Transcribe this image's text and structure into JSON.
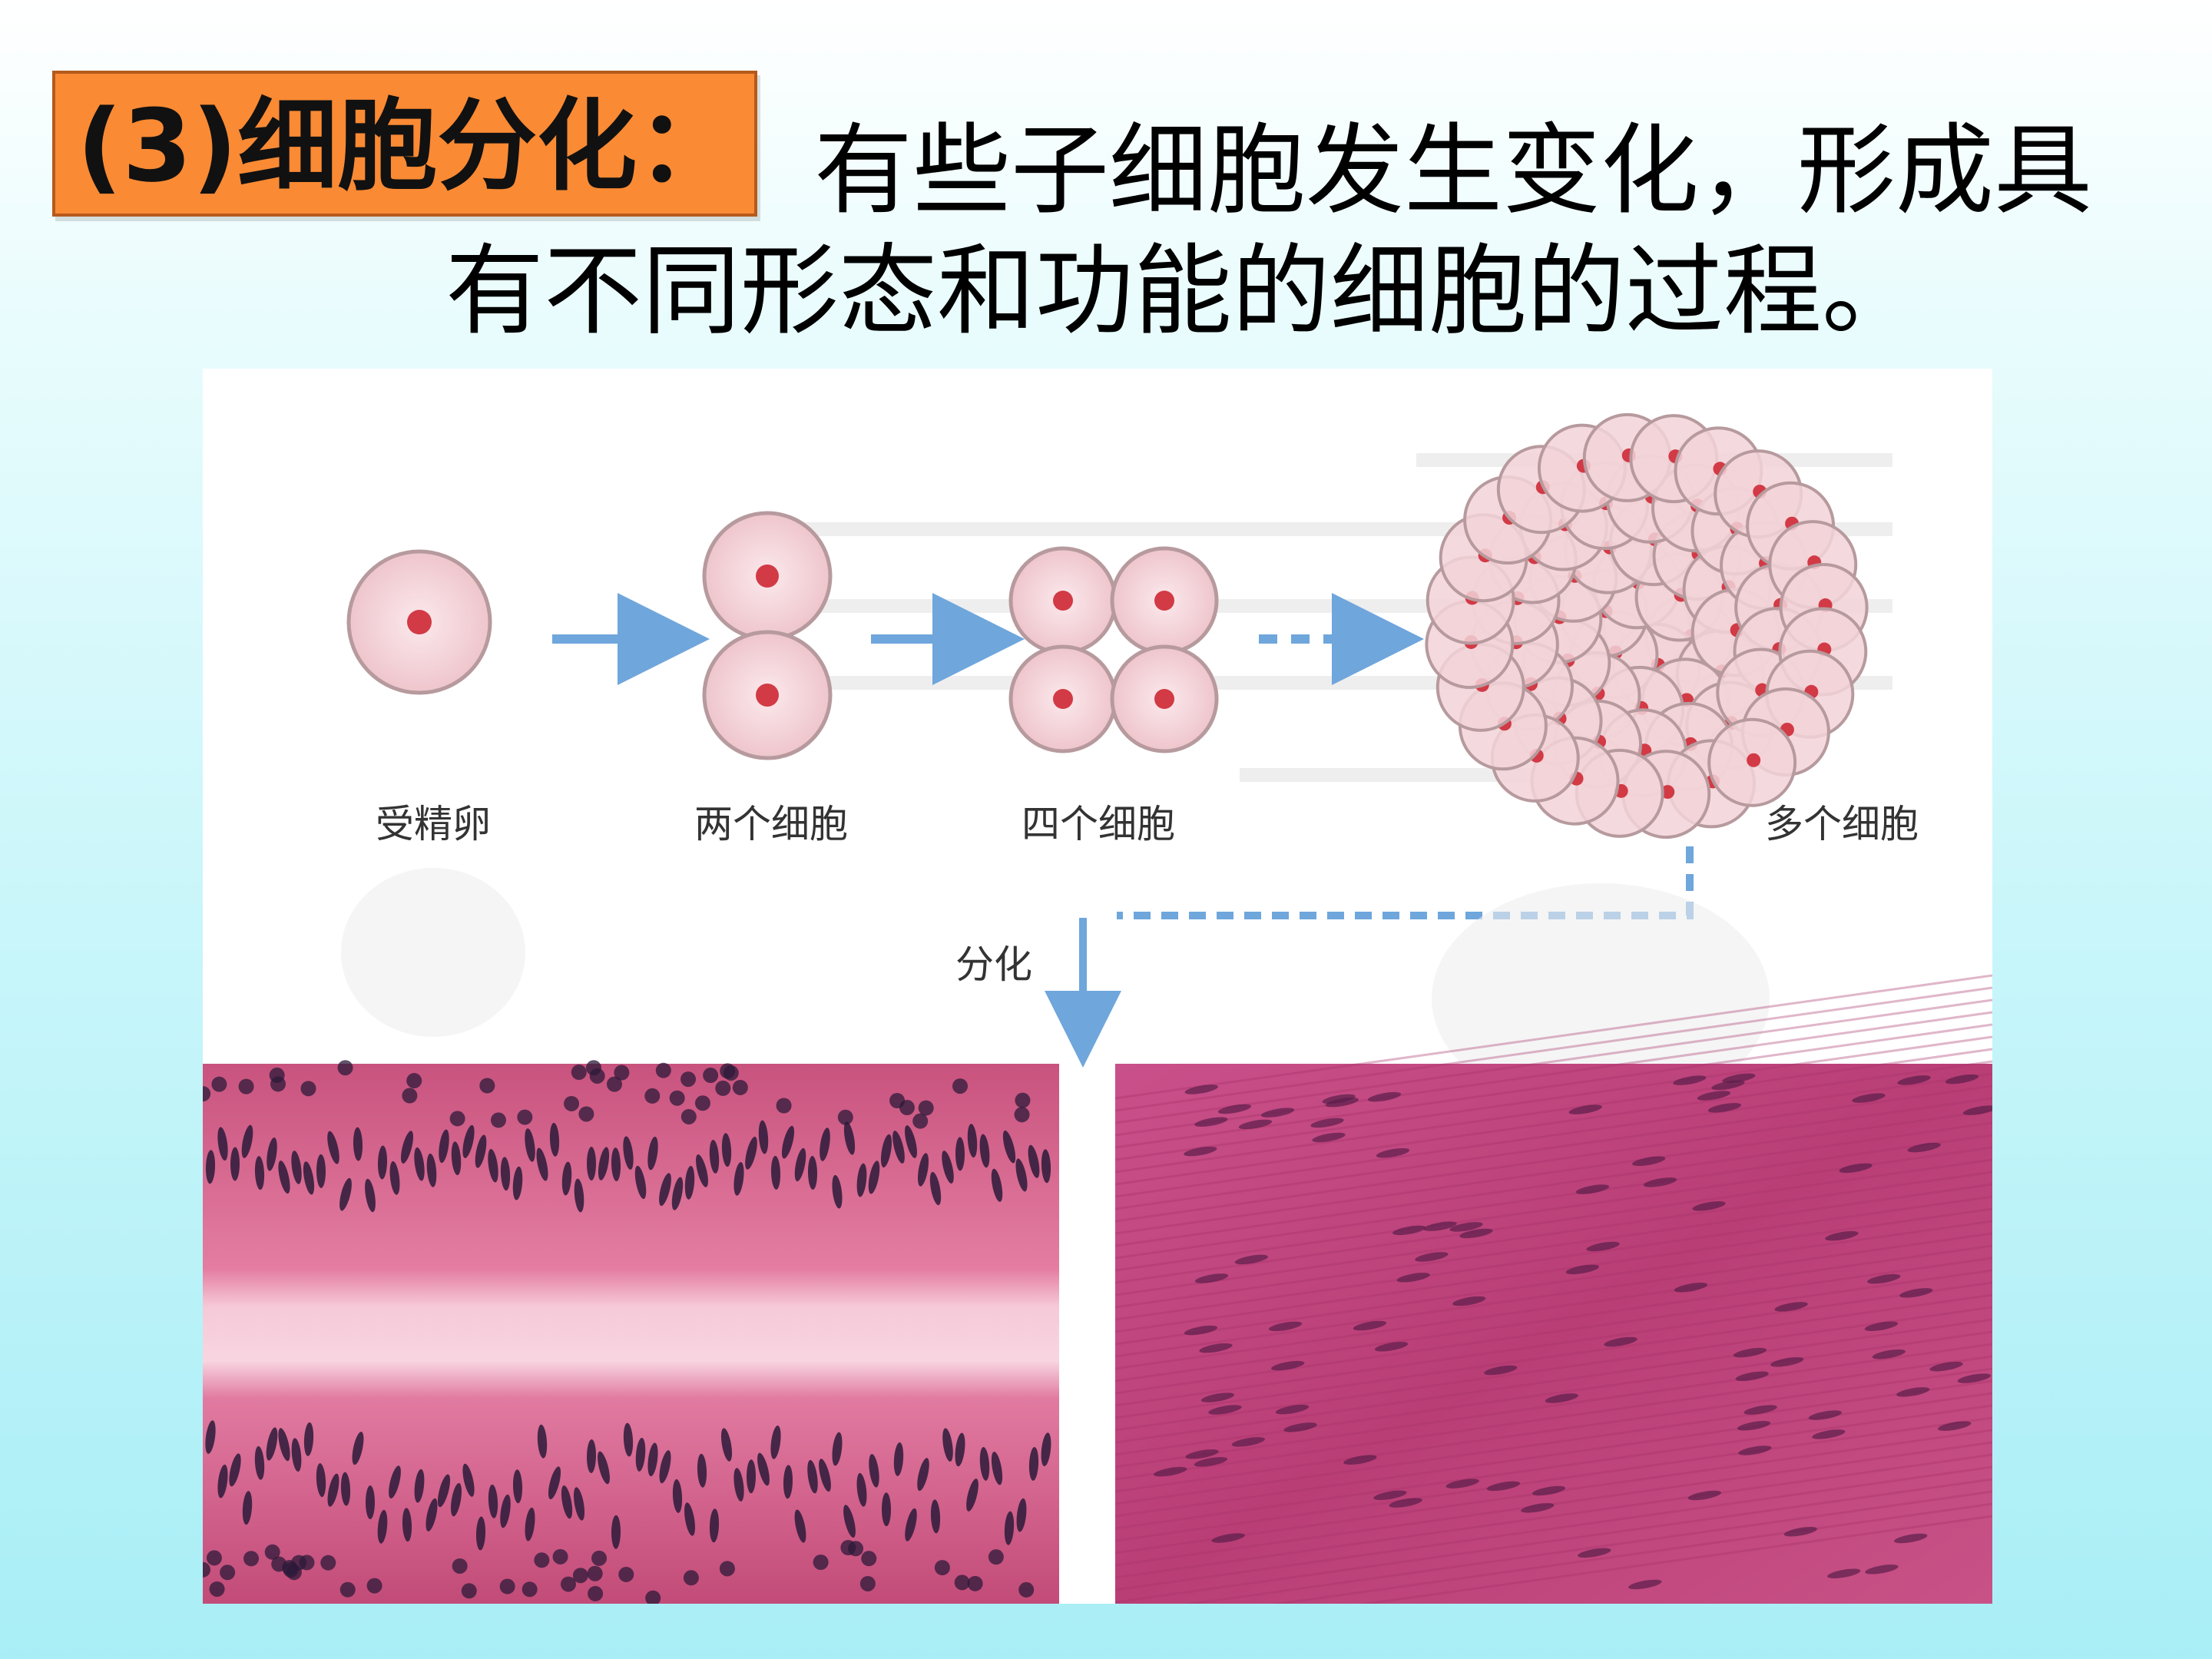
{
  "heading": {
    "label": "(3)细胞分化："
  },
  "definition": {
    "line1": "有些子细胞发生变化，形成具",
    "line2": "有不同形态和功能的细胞的过程。"
  },
  "figure": {
    "stages": [
      "受精卵",
      "两个细胞",
      "四个细胞",
      "多个细胞"
    ],
    "arrow_label": "分化"
  },
  "colors": {
    "heading_box": "#fa8a34",
    "cell_fill": "#f3d2d7",
    "cell_stroke": "#b79a9e",
    "nucleus": "#d23a45",
    "arrow": "#6fa6dc",
    "tissue_pink": "#d9648e",
    "tissue_muscle": "#c0457b",
    "nuclei_dark": "#2c1a3a"
  },
  "icons": [
    "arrow-right-icon",
    "arrow-down-icon"
  ]
}
